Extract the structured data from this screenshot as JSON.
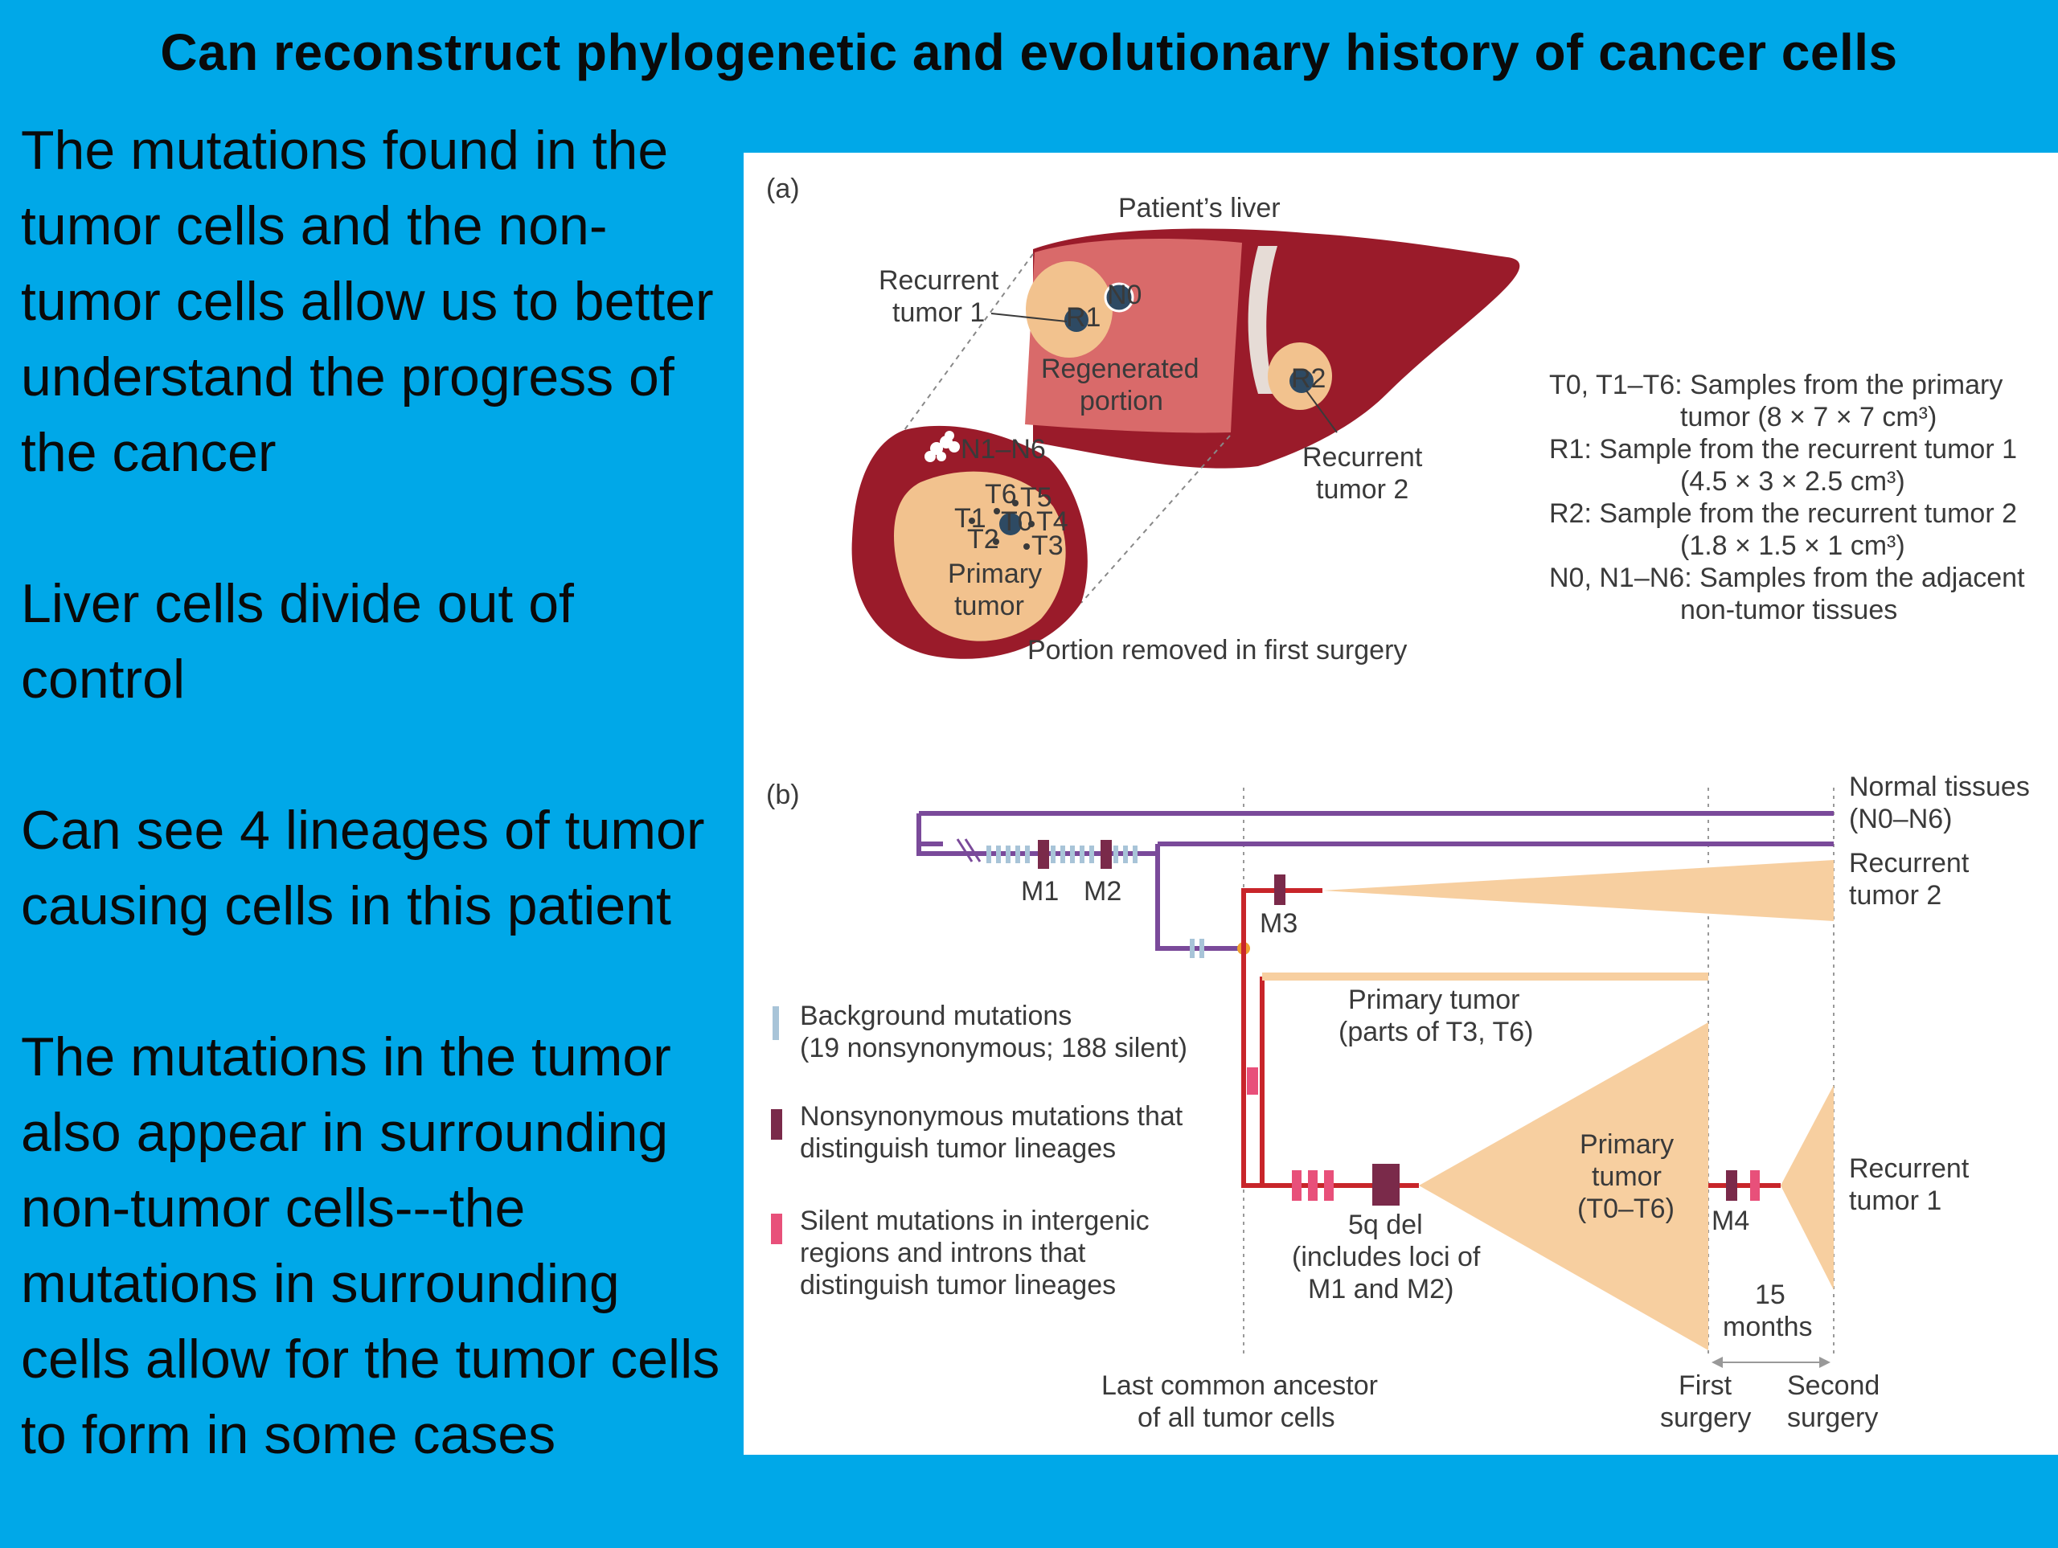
{
  "title": "Can reconstruct phylogenetic and evolutionary history of cancer cells",
  "paragraphs": [
    "The mutations found in the tumor cells and the non-tumor cells allow us to better understand the progress of the cancer",
    "Liver cells divide out of control",
    "Can see 4 lineages of tumor causing cells in this patient",
    "The mutations in the tumor also appear in surrounding non-tumor cells---the mutations in surrounding cells allow for the tumor cells to form in some cases"
  ],
  "figure": {
    "panel_a": {
      "label": "(a)",
      "liver_title": "Patient’s liver",
      "recurrent_tumor_1": [
        "Recurrent",
        "tumor 1"
      ],
      "regenerated": [
        "Regenerated",
        "portion"
      ],
      "recurrent_tumor_2": [
        "Recurrent",
        "tumor 2"
      ],
      "n_samples": "N1–N6",
      "primary": [
        "Primary",
        "tumor"
      ],
      "removed": "Portion removed in first surgery",
      "sample_labels": {
        "r1": "R1",
        "r2": "R2",
        "n0": "N0",
        "t0": "T0",
        "t1": "T1",
        "t2": "T2",
        "t3": "T3",
        "t4": "T4",
        "t5": "T5",
        "t6": "T6"
      },
      "key": [
        "T0, T1–T6: Samples from the primary",
        "tumor (8 × 7 × 7 cm³)",
        "R1: Sample from the recurrent tumor 1",
        "(4.5 × 3 × 2.5 cm³)",
        "R2: Sample from the recurrent tumor 2",
        "(1.8 × 1.5 × 1 cm³)",
        "N0, N1–N6: Samples from the adjacent",
        "non-tumor tissues"
      ]
    },
    "panel_b": {
      "label": "(b)",
      "normal": [
        "Normal tissues",
        "(N0–N6)"
      ],
      "m1": "M1",
      "m2": "M2",
      "m3": "M3",
      "m4": "M4",
      "rec2": [
        "Recurrent",
        "tumor 2"
      ],
      "primary_parts": [
        "Primary tumor",
        "(parts of T3, T6)"
      ],
      "primary_main": [
        "Primary",
        "tumor",
        "(T0–T6)"
      ],
      "rec1": [
        "Recurrent",
        "tumor 1"
      ],
      "del5q": [
        "5q del",
        "(includes loci of",
        "M1 and M2)"
      ],
      "interval": [
        "15",
        "months"
      ],
      "ancestor": [
        "Last common ancestor",
        "of all tumor cells"
      ],
      "first_surgery": [
        "First",
        "surgery"
      ],
      "second_surgery": [
        "Second",
        "surgery"
      ],
      "legend": [
        {
          "lines": [
            "Background mutations",
            "(19 nonsynonymous; 188 silent)"
          ],
          "color": "#a8c4d8"
        },
        {
          "lines": [
            "Nonsynonymous mutations that",
            "distinguish tumor lineages"
          ],
          "color": "#7a2a4a"
        },
        {
          "lines": [
            "Silent mutations in intergenic",
            "regions and introns that",
            "distinguish tumor lineages"
          ],
          "color": "#e8507a"
        }
      ]
    }
  },
  "colors": {
    "background": "#00a8e8",
    "liver": "#9a1b2a",
    "regenerated": "#d96a6a",
    "tumor": "#f2c28e",
    "lineage_purple": "#7a4a9a",
    "lineage_red": "#c8252a",
    "fan": "#f7cfa0"
  }
}
